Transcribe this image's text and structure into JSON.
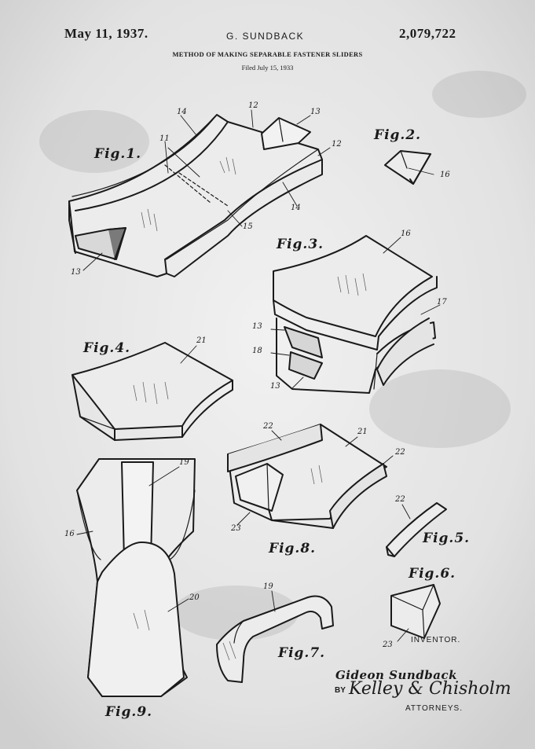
{
  "header": {
    "date": "May 11, 1937.",
    "inventor": "G. SUNDBACK",
    "patent_number": "2,079,722",
    "title": "METHOD OF MAKING SEPARABLE FASTENER SLIDERS",
    "filed": "Filed July 15, 1933"
  },
  "figures": {
    "fig1": "Fig.1.",
    "fig2": "Fig.2.",
    "fig3": "Fig.3.",
    "fig4": "Fig.4.",
    "fig5": "Fig.5.",
    "fig6": "Fig.6.",
    "fig7": "Fig.7.",
    "fig8": "Fig.8.",
    "fig9": "Fig.9."
  },
  "reference_numerals": {
    "n11": "11",
    "n12a": "12",
    "n12b": "12",
    "n13a": "13",
    "n13b": "13",
    "n14a": "14",
    "n14b": "14",
    "n15": "15",
    "n16_fig2": "16",
    "n16_fig3": "16",
    "n17": "17",
    "n13c": "13",
    "n18": "18",
    "n13d": "13",
    "n21a": "21",
    "n21b": "21",
    "n22a": "22",
    "n22b": "22",
    "n22c": "22",
    "n23a": "23",
    "n23b": "23",
    "n19a": "19",
    "n19b": "19",
    "n16_fig9": "16",
    "n20": "20"
  },
  "signature": {
    "inventor_label": "INVENTOR.",
    "inventor_name": "Gideon Sundback",
    "by": "BY",
    "attorney": "Kelley & Chisholm",
    "attorneys_label": "ATTORNEYS."
  }
}
